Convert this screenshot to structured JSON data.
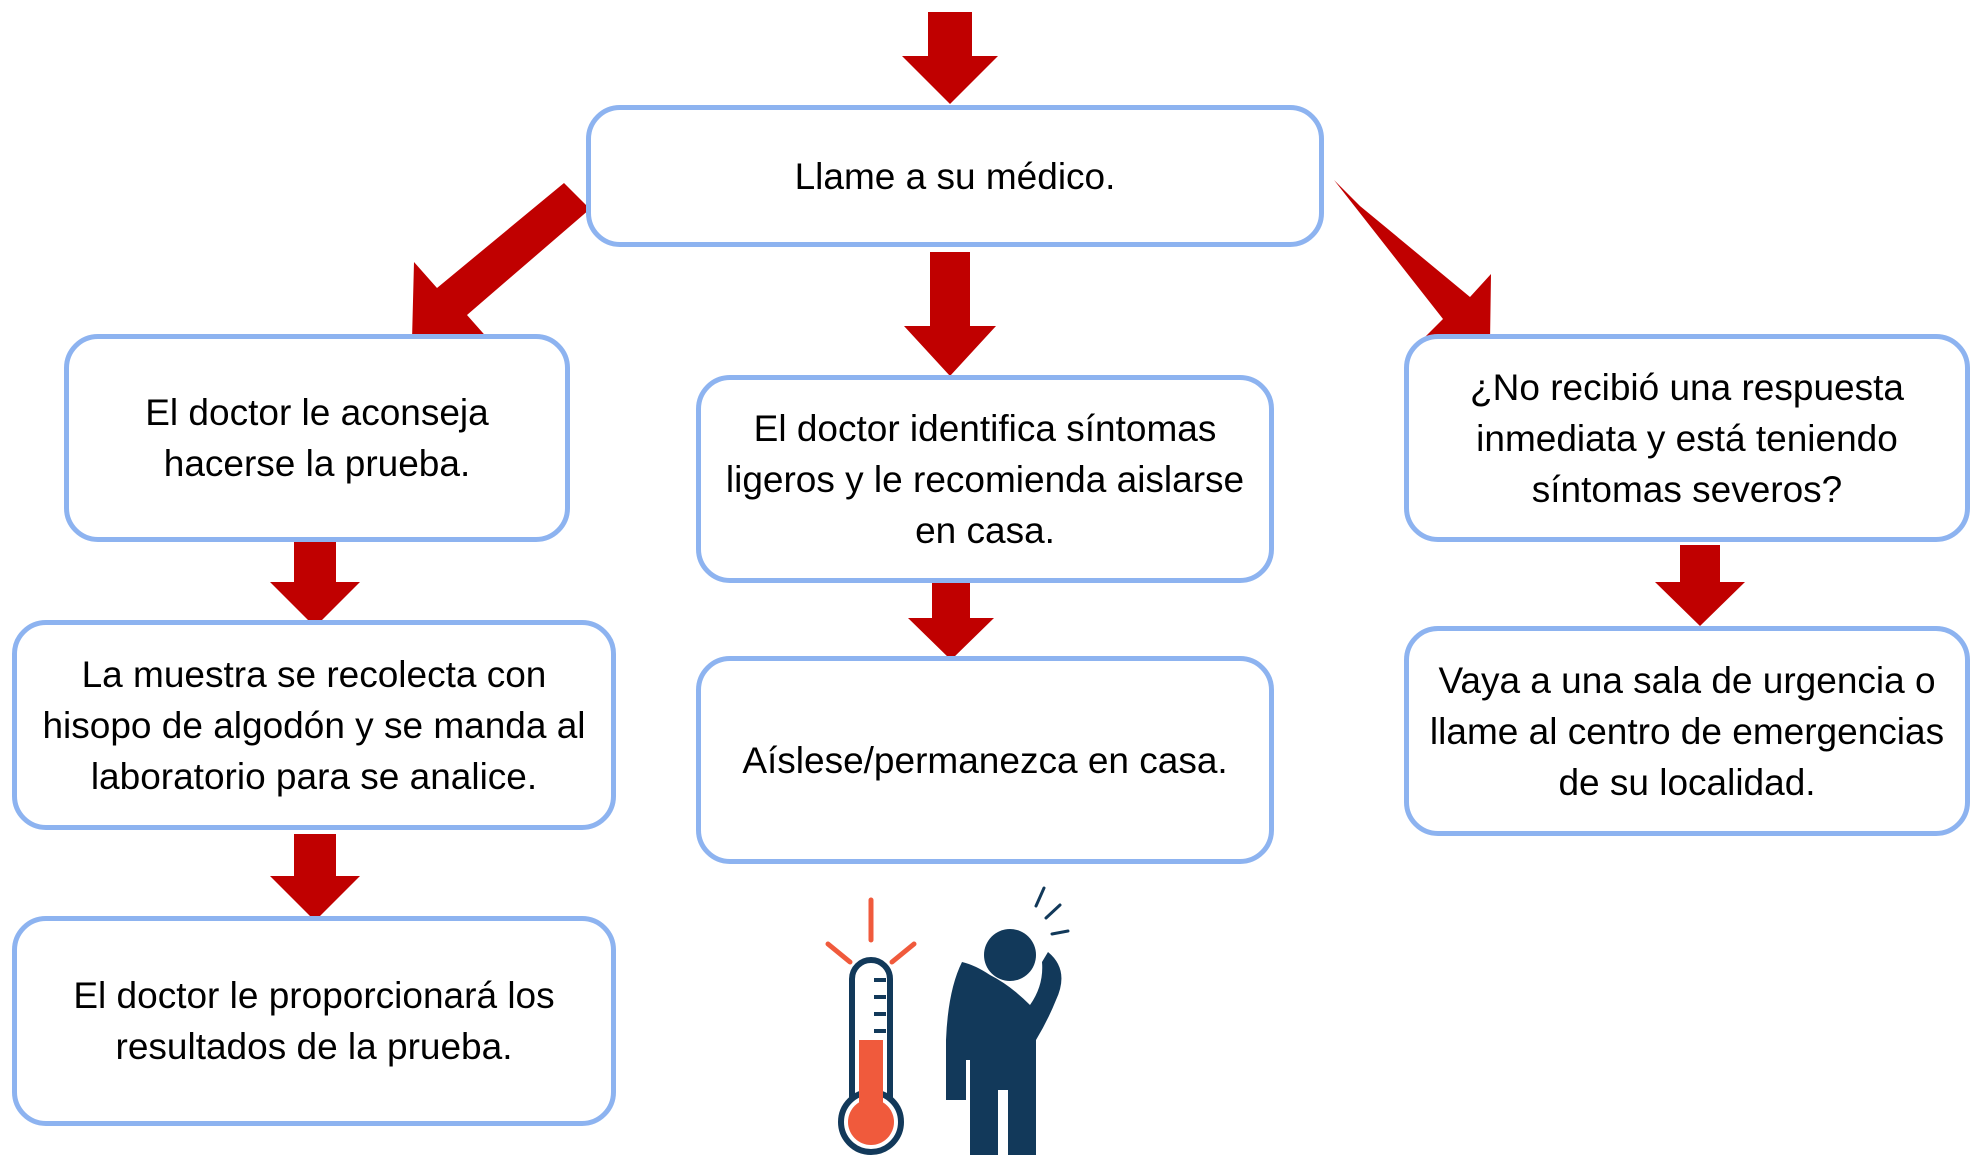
{
  "colors": {
    "arrow": "#c00000",
    "box_border": "#8db3f0",
    "box_fill": "#ffffff",
    "text": "#000000",
    "thermometer": "#f05a3c",
    "person": "#12395a"
  },
  "nodes": {
    "call_doctor": "Llame a su médico.",
    "test_advised": "El doctor le aconseja hacerse la prueba.",
    "mild_symptoms": "El doctor identifica síntomas ligeros y le recomienda aislarse en casa.",
    "no_response": "¿No recibió una respuesta inmediata y está teniendo síntomas severos?",
    "sample_collected": "La muestra se recolecta con hisopo de algodón y se manda al laboratorio para se analice.",
    "isolate": "Aíslese/permanezca en casa.",
    "go_emergency": "Vaya a una sala de urgencia o llame al centro de emergencias de su localidad.",
    "results": "El doctor le proporcionará los resultados de la prueba."
  },
  "illustration": {
    "icons": [
      "thermometer-icon",
      "sick-person-icon"
    ]
  }
}
